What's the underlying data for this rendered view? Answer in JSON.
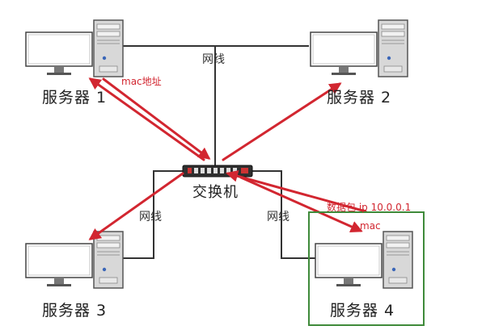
{
  "servers": [
    {
      "id": "s1",
      "label": "服务器 1"
    },
    {
      "id": "s2",
      "label": "服务器 2"
    },
    {
      "id": "s3",
      "label": "服务器 3"
    },
    {
      "id": "s4",
      "label": "服务器 4"
    }
  ],
  "switch": {
    "label": "交换机"
  },
  "wires": {
    "top": "网线",
    "left": "网线",
    "right": "网线"
  },
  "annotations": {
    "mac_address": "mac地址",
    "packet_ip": "数据包 ip 10.0.0.1",
    "mac": "mac"
  },
  "colors": {
    "arrow": "#d22630",
    "highlight_box": "#3f8a3a",
    "wire": "#333333"
  }
}
